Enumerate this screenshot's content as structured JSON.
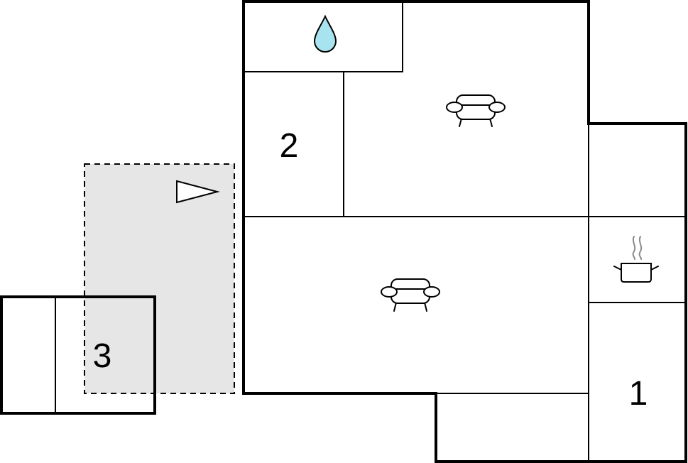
{
  "rooms": {
    "bedroom_1": {
      "label": "1"
    },
    "bedroom_2": {
      "label": "2"
    },
    "bedroom_3": {
      "label": "3"
    }
  },
  "icons": {
    "bathroom": "water-drop-icon",
    "living_upper": "sofa-icon",
    "living_lower": "sofa-icon",
    "kitchen": "cooking-pot-icon",
    "terrace": "direction-arrow-icon"
  },
  "colors": {
    "walls": "#000000",
    "terrace_fill": "#e6e6e6",
    "water": "#a8e4ef",
    "steam": "#8c8c8c",
    "background": "#ffffff"
  }
}
